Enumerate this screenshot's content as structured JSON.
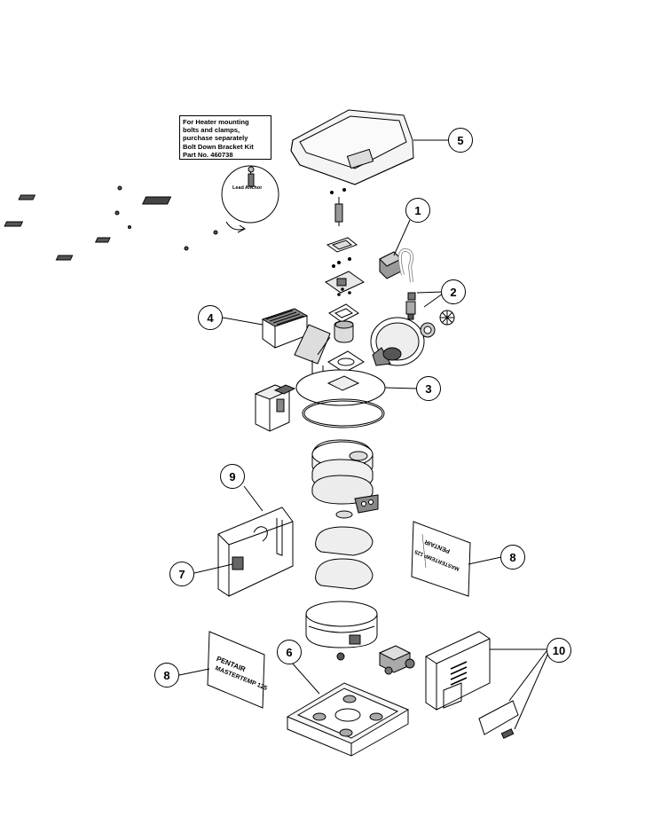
{
  "note": {
    "lines": [
      "For Heater mounting",
      "bolts and clamps,",
      "purchase separately",
      "Bolt Down Bracket Kit",
      "Part No. 460738"
    ]
  },
  "detail": {
    "lead_anchor_label": "Lead Anchor"
  },
  "callouts": {
    "c1": "1",
    "c2": "2",
    "c3": "3",
    "c4": "4",
    "c5": "5",
    "c6": "6",
    "c7": "7",
    "c8a": "8",
    "c8b": "8",
    "c9": "9",
    "c10": "10"
  },
  "panel_labels": {
    "brand": "PENTAIR",
    "model": "MASTERTEMP 125",
    "mirrored_text": "MASTERTEMP 125"
  },
  "colors": {
    "line": "#000000",
    "fill_light": "#e8e8e8",
    "fill_mid": "#bdbdbd",
    "fill_dark": "#555555"
  }
}
